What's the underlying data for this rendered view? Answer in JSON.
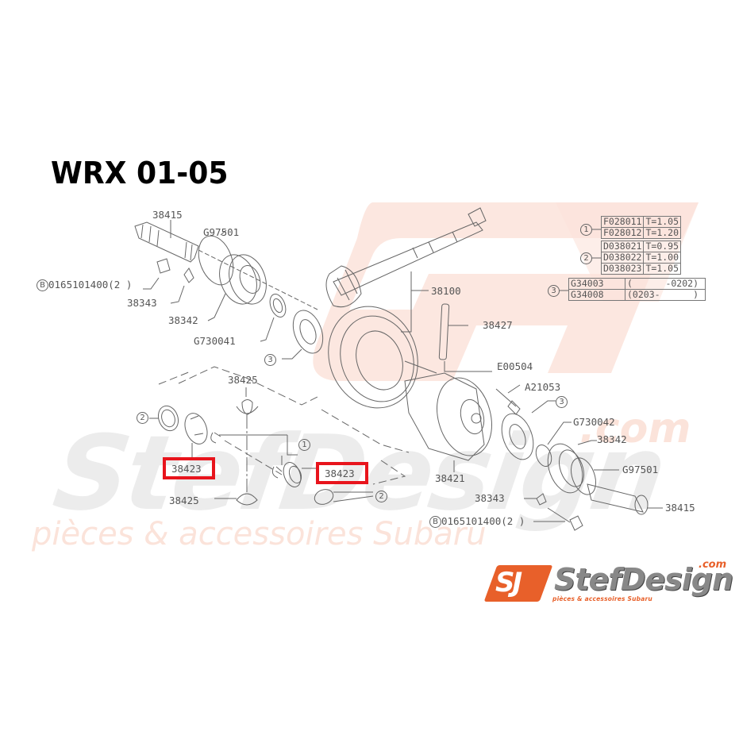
{
  "title": "WRX 01-05",
  "watermark": {
    "brand": "StefDesign",
    "com": ".com",
    "tagline": "pièces & accessoires Subaru",
    "accent_color": "#e8602a",
    "gray_color": "#cccccc"
  },
  "logo": {
    "mark": "SJ",
    "name": "StefDesign",
    "com": ".com",
    "tagline": "pièces & accessoires Subaru",
    "accent_color": "#e8602a"
  },
  "highlight_color": "#e8141c",
  "parts": {
    "p38415_top": "38415",
    "g97501_top": "G97501",
    "bolt_top": "0165101400(2 )",
    "bolt_top_symbol": "B",
    "p38343_top": "38343",
    "p38342_top": "38342",
    "g730041": "G730041",
    "p38100": "38100",
    "p38427": "38427",
    "e00504": "E00504",
    "a21053": "A21053",
    "g730042": "G730042",
    "p38342_bottom": "38342",
    "g97501_bottom": "G97501",
    "p38415_bottom": "38415",
    "p38343_bottom": "38343",
    "bolt_bottom": "0165101400(2 )",
    "bolt_bottom_symbol": "B",
    "p38421": "38421",
    "p38425_top": "38425",
    "p38425_bottom": "38425",
    "p38423_left": "38423",
    "p38423_right": "38423",
    "ref1": "1",
    "ref2_left": "2",
    "ref2_right": "2",
    "ref3_left": "3",
    "ref3_right": "3"
  },
  "spec_table": {
    "group1": {
      "ref": "1",
      "rows": [
        {
          "part": "F028011",
          "value": "T=1.05"
        },
        {
          "part": "F028012",
          "value": "T=1.20"
        }
      ]
    },
    "group2": {
      "ref": "2",
      "rows": [
        {
          "part": "D038021",
          "value": "T=0.95"
        },
        {
          "part": "D038022",
          "value": "T=1.00"
        },
        {
          "part": "D038023",
          "value": "T=1.05"
        }
      ]
    },
    "group3": {
      "ref": "3",
      "rows": [
        {
          "part": "G34003",
          "value": "(      -0202)"
        },
        {
          "part": "G34008",
          "value": "(0203-      )"
        }
      ]
    }
  }
}
